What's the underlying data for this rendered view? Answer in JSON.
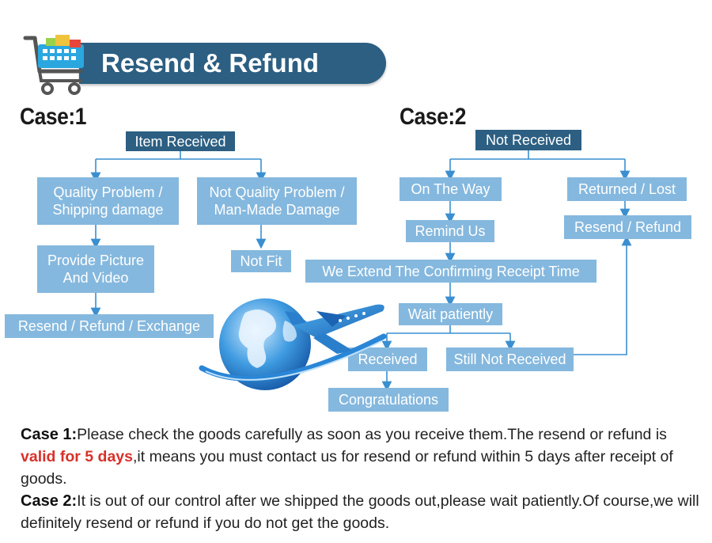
{
  "header": {
    "title": "Resend & Refund"
  },
  "case1": {
    "label": "Case:1",
    "root": "Item Received",
    "quality": "Quality Problem / Shipping damage",
    "not_quality": "Not Quality Problem / Man-Made Damage",
    "provide": "Provide Picture And Video",
    "not_fit": "Not Fit",
    "resend": "Resend / Refund / Exchange"
  },
  "case2": {
    "label": "Case:2",
    "root": "Not Received",
    "on_way": "On The Way",
    "returned": "Returned / Lost",
    "remind": "Remind Us",
    "resend_refund": "Resend / Refund",
    "extend": "We Extend The Confirming Receipt Time",
    "wait": "Wait patiently",
    "received": "Received",
    "still_not": "Still Not Received",
    "congrats": "Congratulations"
  },
  "notes": {
    "case1_head": "Case 1:",
    "case1_text_a": "Please check the goods carefully as soon as you receive them.The resend or refund is ",
    "case1_highlight": "valid for 5 days",
    "case1_text_b": ",it means you must contact us for resend or refund within 5 days after receipt of goods.",
    "case2_head": "Case 2:",
    "case2_text": "It is out of our control after we shipped the goods out,please wait patiently.Of course,we will definitely resend or refund if you do not get the goods."
  },
  "colors": {
    "dark_box": "#2c5f82",
    "light_box": "#85b8de",
    "arrow": "#3a8fd0",
    "highlight": "#d8312b"
  },
  "icons": [
    "shopping-cart-icon",
    "globe-icon",
    "airplane-icon"
  ]
}
